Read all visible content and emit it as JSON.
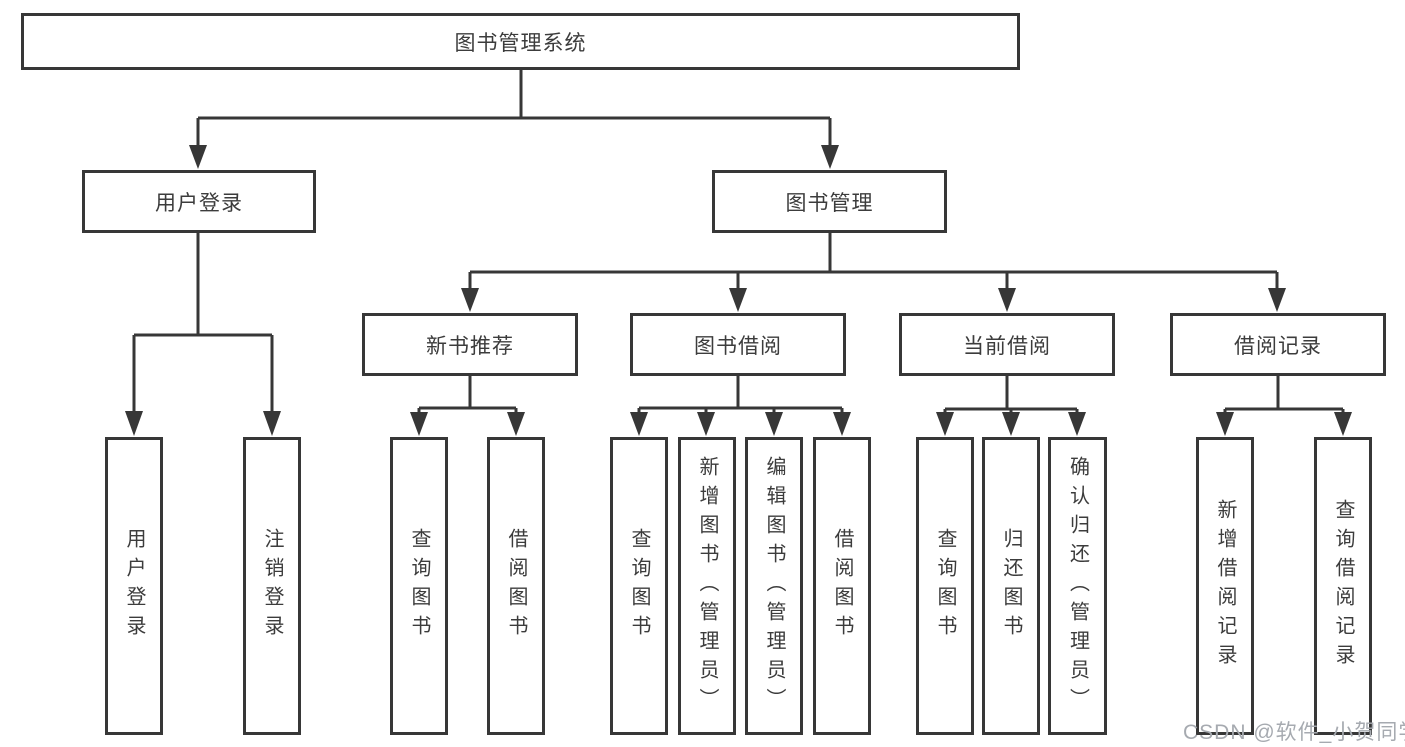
{
  "diagram": {
    "title_node": "图书管理系统",
    "colors": {
      "line": "#373737",
      "box_border": "#373737",
      "text": "#3c3c3c",
      "background": "#ffffff",
      "watermark": "#a6aab0"
    },
    "nodes": {
      "root": "图书管理系统",
      "user_login": "用户登录",
      "book_mgmt": "图书管理",
      "new_book_rec": "新书推荐",
      "book_borrow": "图书借阅",
      "current_borrow": "当前借阅",
      "borrow_records": "借阅记录",
      "leaf_user_login": "用户登录",
      "leaf_logout": "注销登录",
      "leaf_nb_query": "查询图书",
      "leaf_nb_borrow": "借阅图书",
      "leaf_bb_query": "查询图书",
      "leaf_bb_add": "新增图书（管理员）",
      "leaf_bb_edit": "编辑图书（管理员）",
      "leaf_bb_borrow": "借阅图书",
      "leaf_cb_query": "查询图书",
      "leaf_cb_return": "归还图书",
      "leaf_cb_confirm": "确认归还（管理员）",
      "leaf_br_add": "新增借阅记录",
      "leaf_br_query": "查询借阅记录"
    },
    "watermark": "CSDN @软件_小贺同学"
  }
}
